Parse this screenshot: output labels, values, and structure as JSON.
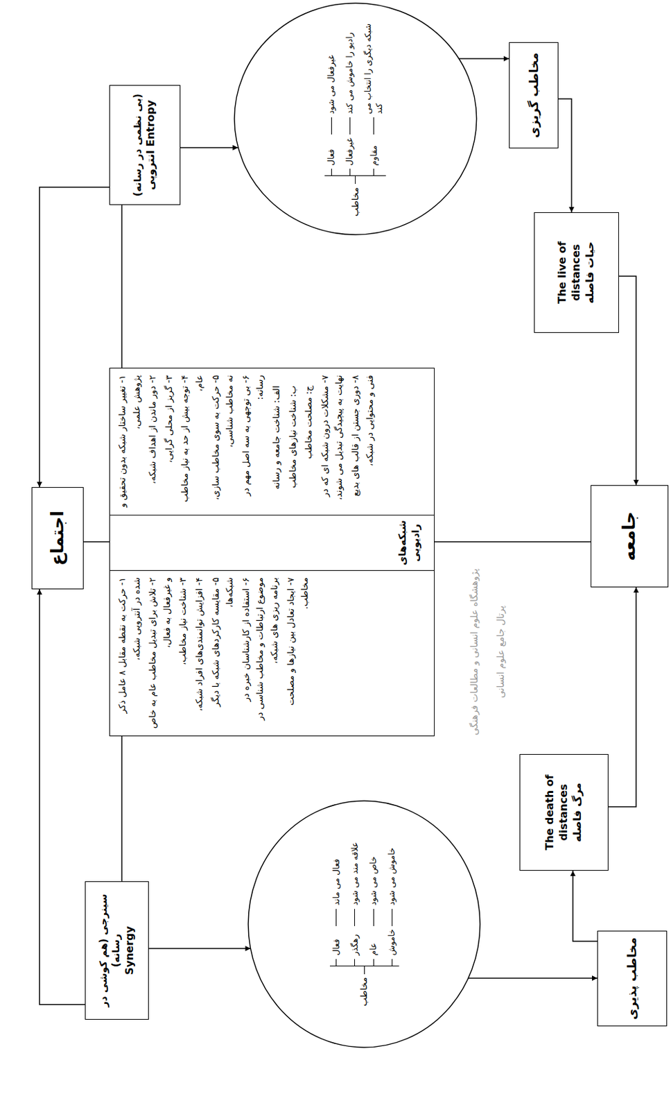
{
  "diagram": {
    "nodes": [
      {
        "text": [
          "اجتماع"
        ]
      },
      {
        "text": [
          "(بی نظمی در رسانه)",
          "انتروپی Entropy"
        ]
      },
      {
        "text": [
          "سینرجی (هم کوشی در رسانه)",
          "Synergy"
        ]
      },
      {
        "text": [
          "مخاطب",
          "فعال",
          "غیرفعال می شود",
          "غیرفعال",
          "رادیو را خاموش می کند",
          "مقاوم",
          "شبکه دیگری را انتخاب می کند"
        ]
      },
      {
        "text": [
          "۱- تغییر ساختار شبکه بدون تحقیق و پژوهش علمی،",
          "۲- دور ماندن از اهداف شبکه،",
          "۳- گریز از محلی گرایی،",
          "۴- توجه بیش از حد به نیاز مخاطب عام،",
          "۵- حرکت به سوی مخاطب سازی، نه مخاطب شناسی،",
          "۶- بی توجهی به سه اصل مهم در رسانه:",
          "الف: شناخت جامعه و رسانه",
          "ب: شناخت نیازهای مخاطب",
          "ج: مصلحت مخاطب",
          "۷- مشکلات درون شبکه ای که در نهایت به پیچیدگی تبدیل می شوند،",
          "۸- دوری جستن از قالب های بدیع فنی و محتوایی در شبکه،"
        ]
      },
      {
        "text": [
          "شبکه‌های رادیویی"
        ]
      },
      {
        "text": [
          "۱- حرکت به نقطه مقابل ۸ عامل ذکر شده در آنتروپی شبکه،",
          "۲- تلاش برای تبدیل مخاطب عام به خاص و غیرفعال به فعال،",
          "۳- شناخت نیاز مخاطب،",
          "۴- افزایش توانمندی‌های افراد شبکه،",
          "۵- مقایسه کارکردهای شبکه با دیگر شبکه‌ها،",
          "۶- استفاده از کارشناسان خبره در موضوع ارتباطات و مخاطب شناسی در برنامه ریزی های شبکه،",
          "۷- ایجاد تعادل بین نیازها و مصلحت مخاطب."
        ]
      },
      {
        "text": [
          "مخاطب",
          "فعال",
          "فعال می ماند",
          "رهگذر",
          "علاقه مند می شود",
          "عام",
          "خاص می شود",
          "خاموش",
          "خاموش می شود"
        ]
      },
      {
        "text": [
          "مخاطب گریزی"
        ]
      },
      {
        "text": [
          "The live of distances",
          "حیات فاصله"
        ]
      },
      {
        "text": [
          "The death of distances",
          "مرگ فاصله"
        ]
      },
      {
        "text": [
          "مخاطب پذیری"
        ]
      },
      {
        "text": [
          "جامعه"
        ]
      }
    ],
    "edges": [
      {
        "from": 1,
        "to": 0,
        "arrow": "to"
      },
      {
        "from": 1,
        "to": 3,
        "arrow": "to"
      },
      {
        "from": 1,
        "to": 4,
        "arrow": "none"
      },
      {
        "from": 3,
        "to": 8,
        "arrow": "to"
      },
      {
        "from": 8,
        "to": 9,
        "arrow": "to"
      },
      {
        "from": 9,
        "to": 12,
        "arrow": "to"
      },
      {
        "from": 0,
        "to": 5,
        "arrow": "none"
      },
      {
        "from": 5,
        "to": 12,
        "arrow": "none"
      },
      {
        "from": 2,
        "to": 0,
        "arrow": "to"
      },
      {
        "from": 2,
        "to": 6,
        "arrow": "none"
      },
      {
        "from": 2,
        "to": 7,
        "arrow": "to"
      },
      {
        "from": 7,
        "to": 11,
        "arrow": "to"
      },
      {
        "from": 11,
        "to": 10,
        "arrow": "to"
      },
      {
        "from": 10,
        "to": 12,
        "arrow": "to"
      }
    ],
    "labels": [
      "پژوهشگاه علوم انسانی و مطالعات فرهنگی",
      "پرتال جامع علوم انسانی"
    ]
  }
}
